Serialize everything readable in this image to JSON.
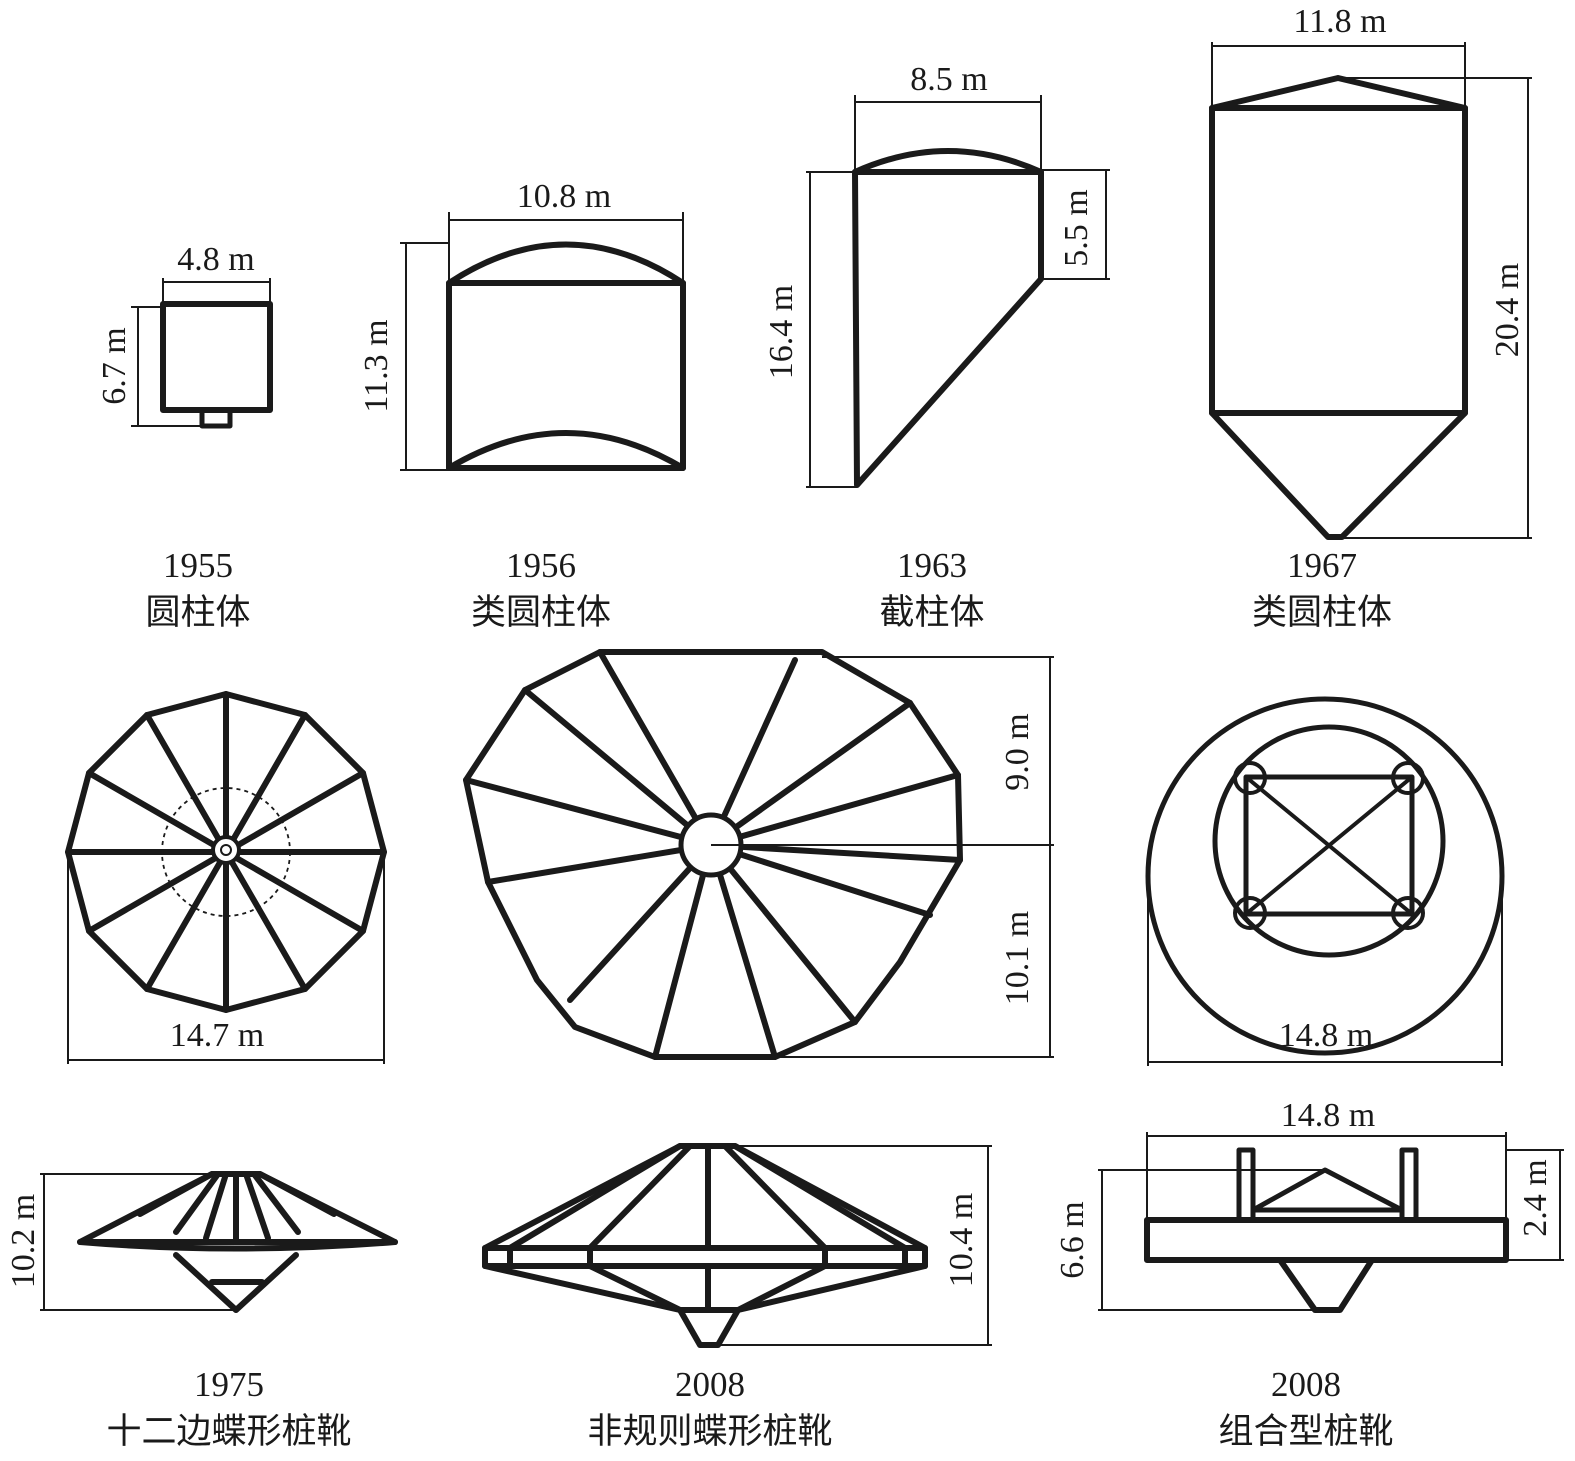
{
  "colors": {
    "ink": "#1a1a1a",
    "background": "#ffffff"
  },
  "items": [
    {
      "year": "1955",
      "name": "圆柱体",
      "dims": [
        "4.8 m",
        "6.7 m"
      ]
    },
    {
      "year": "1956",
      "name": "类圆柱体",
      "dims": [
        "10.8 m",
        "11.3 m"
      ]
    },
    {
      "year": "1963",
      "name": "截柱体",
      "dims": [
        "8.5 m",
        "16.4 m",
        "5.5 m"
      ]
    },
    {
      "year": "1967",
      "name": "类圆柱体",
      "dims": [
        "11.8 m",
        "20.4 m"
      ]
    },
    {
      "year": "1975",
      "name": "十二边蝶形桩靴",
      "dims": [
        "14.7 m",
        "10.2 m"
      ]
    },
    {
      "year": "2008",
      "name": "非规则蝶形桩靴",
      "dims": [
        "9.0 m",
        "10.1 m",
        "10.4 m"
      ]
    },
    {
      "year": "2008",
      "name": "组合型桩靴",
      "dims": [
        "14.8 m",
        "14.8 m",
        "6.6 m",
        "2.4 m"
      ]
    }
  ]
}
